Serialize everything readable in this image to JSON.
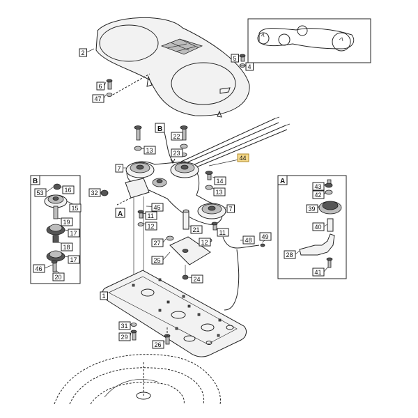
{
  "colors": {
    "highlight": "#f5d98b",
    "line": "#222222"
  },
  "insets": {
    "a_letter": "A",
    "b_letter": "B"
  },
  "callouts": {
    "c1": "1",
    "c2": "2",
    "c4": "4",
    "c5": "5",
    "c6": "6",
    "c7a": "7",
    "c7b": "7",
    "c11a": "11",
    "c11b": "11",
    "c12a": "12",
    "c12b": "12",
    "c13a": "13",
    "c13b": "13",
    "c14": "14",
    "c15": "15",
    "c16": "16",
    "c17a": "17",
    "c17b": "17",
    "c18": "18",
    "c19": "19",
    "c20": "20",
    "c21": "21",
    "c22": "22",
    "c23": "23",
    "c24": "24",
    "c25": "25",
    "c26": "26",
    "c27": "27",
    "c28": "28",
    "c29": "29",
    "c31": "31",
    "c32": "32",
    "c39": "39",
    "c40": "40",
    "c41": "41",
    "c42": "42",
    "c43": "43",
    "c44": "44",
    "c45": "45",
    "c46": "46",
    "c47": "47",
    "c48": "48",
    "c49": "49",
    "c53": "53"
  }
}
